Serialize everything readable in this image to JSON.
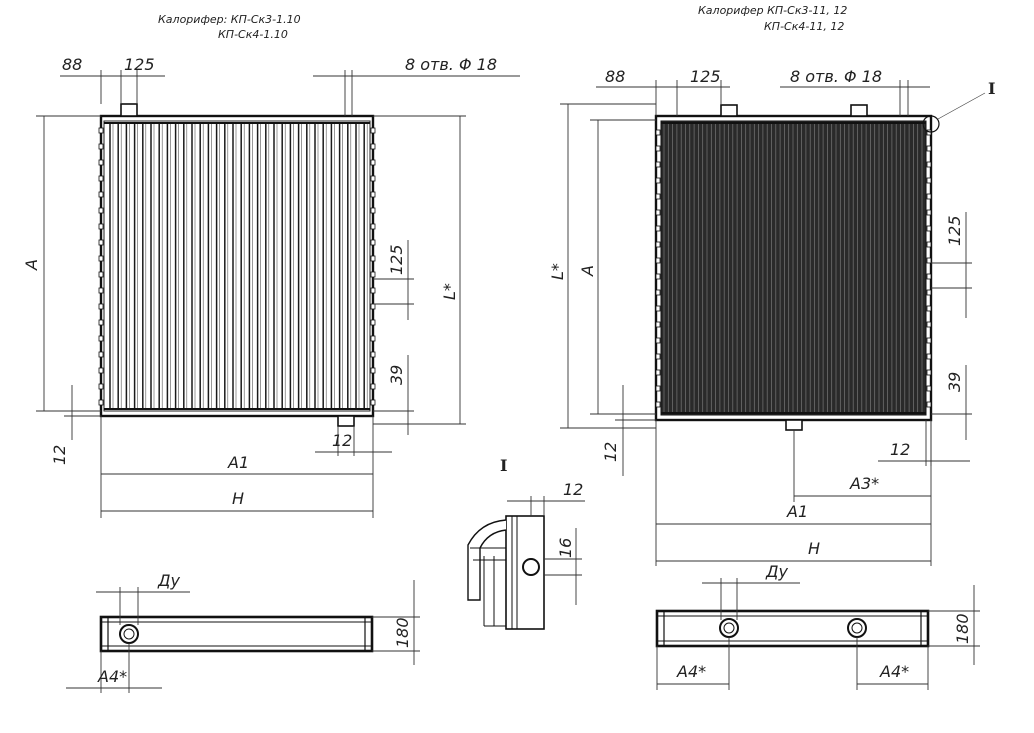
{
  "left": {
    "caption_line1": "Калорифер: КП-Ск3-1.10",
    "caption_line2": "КП-Ск4-1.10",
    "dim_88": "88",
    "dim_125_top": "125",
    "holes": "8 отв. Φ 18",
    "dim_A": "A",
    "dim_L": "L*",
    "dim_125_side": "125",
    "dim_39": "39",
    "dim_12_left": "12",
    "dim_12_bottom": "12",
    "dim_A1": "A1",
    "dim_H": "H",
    "dim_Dy": "Ду",
    "dim_A4": "A4*",
    "dim_180": "180"
  },
  "right": {
    "caption_line1": "Калорифер КП-Ск3-11, 12",
    "caption_line2": "КП-Ск4-11, 12",
    "dim_88": "88",
    "dim_125_top": "125",
    "holes": "8 отв. Φ 18",
    "detail_marker": "I",
    "dim_L": "L*",
    "dim_A": "A",
    "dim_125_side": "125",
    "dim_39": "39",
    "dim_12_left": "12",
    "dim_12_right": "12",
    "dim_A3": "A3*",
    "dim_A1": "A1",
    "dim_H": "H",
    "dim_Dy": "Ду",
    "dim_A4_left": "A4*",
    "dim_A4_right": "A4*",
    "dim_180": "180"
  },
  "detail": {
    "label": "I",
    "dim_12": "12",
    "dim_16": "16"
  }
}
